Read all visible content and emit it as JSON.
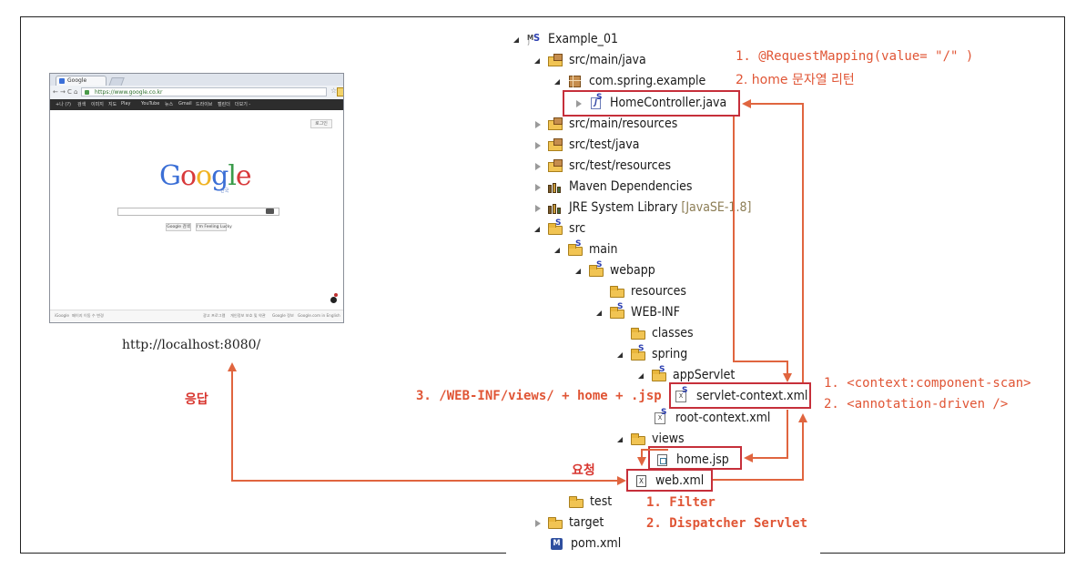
{
  "browser": {
    "tab_title": "Google",
    "nav_icons": [
      "←",
      "→",
      "C",
      "⌂"
    ],
    "url_bar": "https://www.google.co.kr",
    "gbar_items": [
      "+나 (?)",
      "검색",
      "이미지",
      "지도",
      "Play",
      "YouTube",
      "뉴스",
      "Gmail",
      "드라이브",
      "캘린더",
      "더보기 -"
    ],
    "login_label": "로그인",
    "logo_letters": [
      "G",
      "o",
      "o",
      "g",
      "l",
      "e"
    ],
    "logo_colors": [
      "#3b6fd6",
      "#d8393a",
      "#f0b323",
      "#3b6fd6",
      "#3a9b4a",
      "#d8393a"
    ],
    "logo_sub": "한국",
    "buttons": [
      "Google 검색",
      "I'm Feeling Lucky"
    ],
    "footer_left": [
      "iGoogle",
      "페이지 이동 수 변경"
    ],
    "footer_right": [
      "광고 프로그램",
      "개인정보 보호 및 약관",
      "Google 정보",
      "Google.com in English"
    ],
    "caption": "http://localhost:8080/"
  },
  "tree": {
    "project": "Example_01",
    "src_main_java": "src/main/java",
    "package": "com.spring.example",
    "home_controller": "HomeController.java",
    "src_main_resources": "src/main/resources",
    "src_test_java": "src/test/java",
    "src_test_resources": "src/test/resources",
    "maven_deps": "Maven Dependencies",
    "jre_lib": "JRE System Library",
    "jre_version": "[JavaSE-1.8]",
    "src": "src",
    "main": "main",
    "webapp": "webapp",
    "resources": "resources",
    "web_inf": "WEB-INF",
    "classes": "classes",
    "spring": "spring",
    "app_servlet": "appServlet",
    "servlet_context": "servlet-context.xml",
    "root_context": "root-context.xml",
    "views": "views",
    "home_jsp": "home.jsp",
    "web_xml": "web.xml",
    "test": "test",
    "target": "target",
    "pom": "pom.xml"
  },
  "annotations": {
    "controller_1": "1. @RequestMapping(value= \"/\" )",
    "controller_2": "2. home 문자열 리턴",
    "context_1": "1. <context:component-scan>",
    "context_2": "2. <annotation-driven />",
    "view_path": "3. /WEB-INF/views/ + home + .jsp",
    "webxml_1": "1. Filter",
    "webxml_2": "2. Dispatcher Servlet",
    "request": "요청",
    "response": "응답"
  },
  "colors": {
    "arrow": "#e0653f",
    "highlight": "#c62f3a",
    "annotation": "#e05535"
  }
}
